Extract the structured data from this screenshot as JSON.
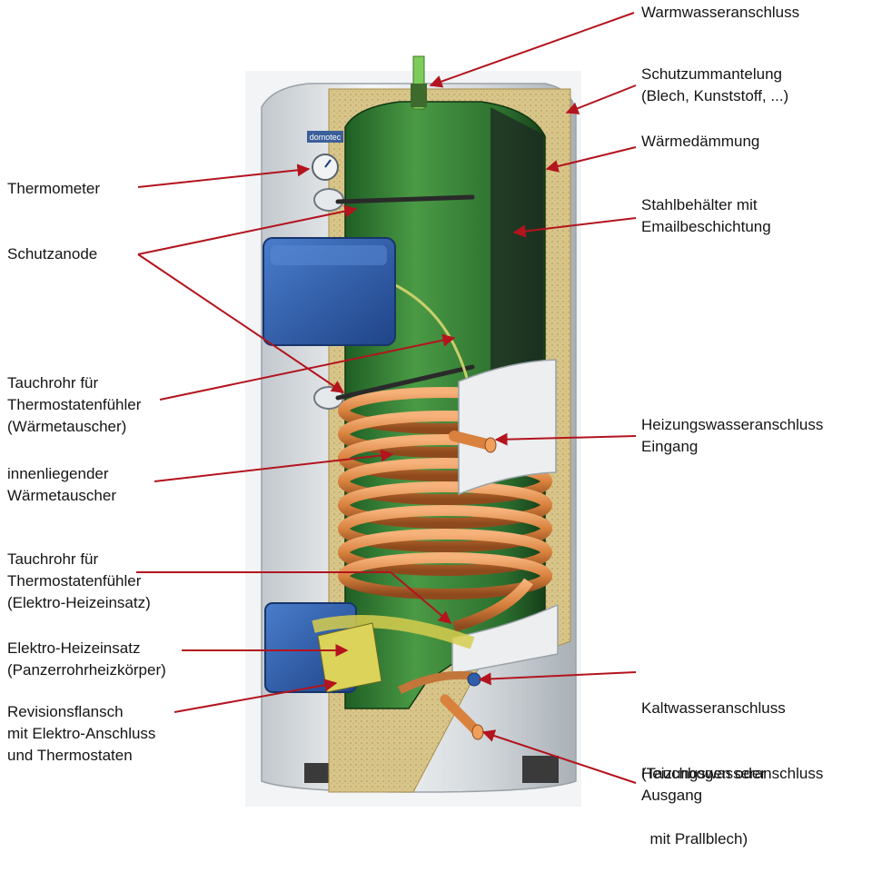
{
  "brand": "domotec",
  "labels": {
    "warmwasser": [
      "Warmwasseranschluss"
    ],
    "schutzummantelung": [
      "Schutzummantelung",
      "(Blech, Kunststoff, ...)"
    ],
    "waermedaemmung": [
      "Wärmedämmung"
    ],
    "stahlbehaelter": [
      "Stahlbehälter mit",
      "Emailbeschichtung"
    ],
    "thermometer": [
      "Thermometer"
    ],
    "schutzanode": [
      "Schutzanode"
    ],
    "tauchrohr_waermetauscher": [
      "Tauchrohr für",
      "Thermostatenfühler",
      "(Wärmetauscher)"
    ],
    "heizung_eingang": [
      "Heizungswasseranschluss",
      "Eingang"
    ],
    "innen_waermetauscher": [
      "innenliegender",
      "Wärmetauscher"
    ],
    "tauchrohr_elektro": [
      "Tauchrohr für",
      "Thermostatenfühler",
      "(Elektro-Heizeinsatz)"
    ],
    "elektro_heizeinsatz": [
      "Elektro-Heizeinsatz",
      "(Panzerrohrheizkörper)"
    ],
    "kaltwasser": [
      "Kaltwasseranschluss",
      "(Tauchbogen oder",
      "  mit Prallblech)"
    ],
    "revisionsflansch": [
      "Revisionsflansch",
      "mit Elektro-Anschluss",
      "und Thermostaten"
    ],
    "heizung_ausgang": [
      "Heizungswasseranschluss",
      "Ausgang"
    ]
  },
  "colors": {
    "arrow": "#b3141e",
    "shell": "#d9dde1",
    "insulation": "#d8c58a",
    "tank": "#2f7e33",
    "coil": "#d9823e",
    "blue_box": "#2f5fab",
    "pipe_top": "#7ccc5a"
  }
}
